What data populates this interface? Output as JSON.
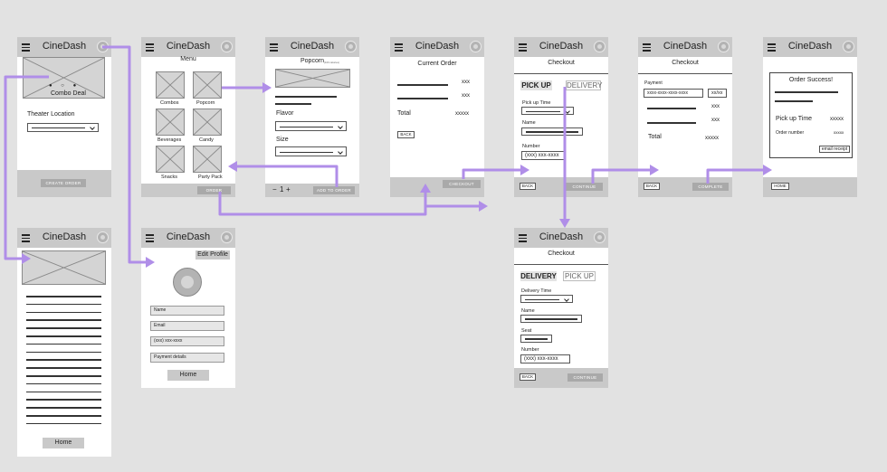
{
  "app_name": "CineDash",
  "accent_color": "#b08ee8",
  "home": {
    "banner_caption": "Combo Deal",
    "theater_label": "Theater Location",
    "create_order": "CREATE ORDER"
  },
  "menu": {
    "title": "Menu",
    "items": [
      "Combos",
      "Popcorn",
      "Beverages",
      "Candy",
      "Snacks",
      "Party Pack"
    ],
    "order": "ORDER"
  },
  "popcorn": {
    "title": "Popcorn",
    "price_small": "(100 calories)",
    "flavor": "Flavor",
    "size": "Size",
    "minus": "−",
    "qty": "1",
    "plus": "+",
    "add": "ADD TO ORDER"
  },
  "current_order": {
    "title": "Current Order",
    "price1": "xxx",
    "price2": "xxx",
    "total_label": "Total",
    "total_value": "xxxxx",
    "back": "BACK",
    "checkout": "CHECKOUT"
  },
  "checkout_pickup": {
    "title": "Checkout",
    "pickup": "PICK UP",
    "delivery": "DELIVERY",
    "pickup_time": "Pick up Time",
    "name": "Name",
    "number": "Number",
    "phone": "(xxx) xxx-xxxx",
    "back": "BACK",
    "continue": "CONTINUE"
  },
  "checkout_payment": {
    "title": "Checkout",
    "payment": "Payment",
    "card": "xxxx-xxxx-xxxx-xxxx",
    "exp": "xx/xx",
    "p1": "xxx",
    "p2": "xxx",
    "total_label": "Total",
    "total_value": "xxxxx",
    "back": "BACK",
    "complete": "COMPLETE"
  },
  "success": {
    "title": "Order Success!",
    "pickup_time": "Pick up Time",
    "pickup_value": "xxxxx",
    "order_number": "Order number",
    "order_value": "xxxxx",
    "email": "email receipt",
    "home": "HOME"
  },
  "deal": {
    "home": "Home"
  },
  "profile": {
    "edit": "Edit Profile",
    "name": "Name",
    "email": "Email",
    "phone": "(xxx) xxx-xxxx",
    "payment": "Payment details",
    "home": "Home"
  },
  "checkout_delivery": {
    "title": "Checkout",
    "delivery": "DELIVERY",
    "pickup": "PICK UP",
    "delivery_time": "Delivery Time",
    "name": "Name",
    "seat": "Seat",
    "number": "Number",
    "phone": "(xxx) xxx-xxxx",
    "back": "BACK",
    "continue": "CONTINUE"
  }
}
